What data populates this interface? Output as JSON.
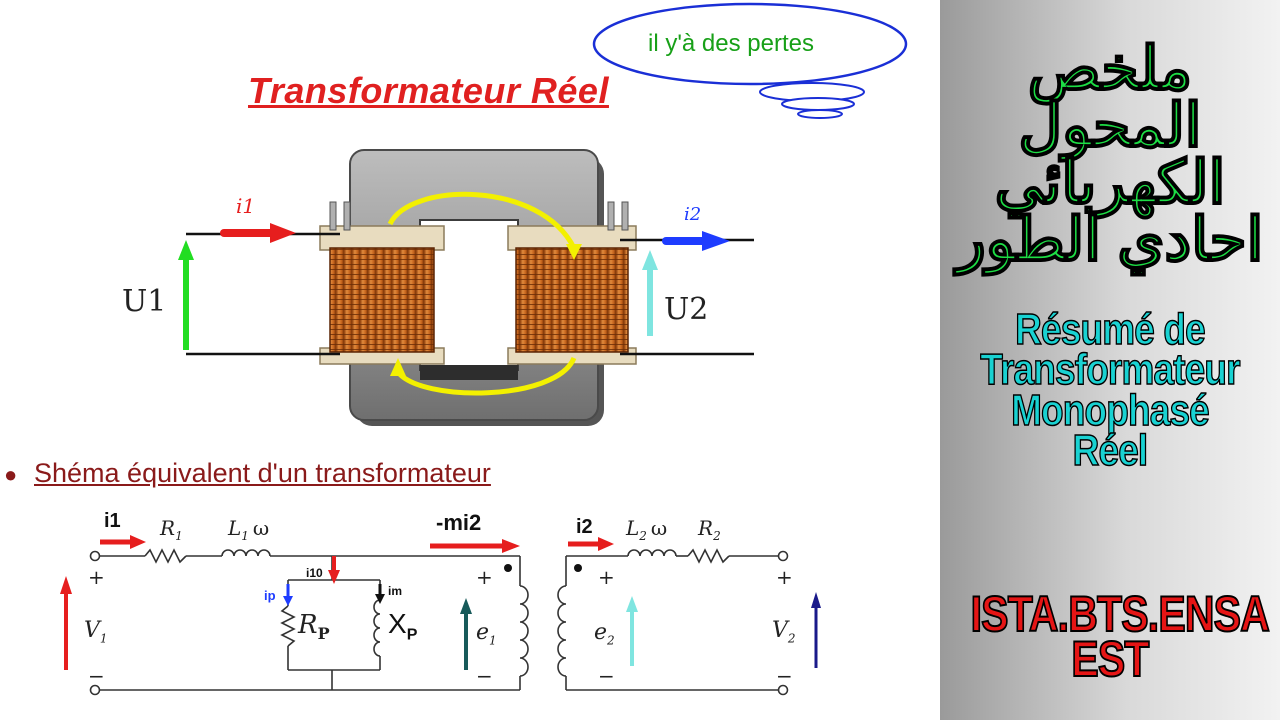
{
  "diagram": {
    "title": "Transformateur Réel",
    "speech_bubble": "il y'à des pertes",
    "top_labels": {
      "i1": "i1",
      "i2": "i2",
      "U1": "U1",
      "U2": "U2"
    },
    "bullet": "Shéma équivalent d'un transformateur",
    "circuit": {
      "i1": "i1",
      "R1": "R",
      "R1_sub": "1",
      "L1w": "L",
      "L1w_sub": "1",
      "L1w_omega": "ω",
      "mi2": "-mi2",
      "i10": "i10",
      "ip": "ip",
      "im": "im",
      "Rp": "R",
      "Rp_sub": "P",
      "Xp": "X",
      "Xp_sub": "P",
      "V1": "V",
      "V1_sub": "1",
      "e1": "e",
      "e1_sub": "1",
      "i2": "i2",
      "L2w": "L",
      "L2w_sub": "2",
      "L2w_omega": "ω",
      "R2": "R",
      "R2_sub": "2",
      "e2": "e",
      "e2_sub": "2",
      "V2": "V",
      "V2_sub": "2",
      "plus": "+",
      "minus": "−"
    },
    "colors": {
      "title": "#e02020",
      "bubble_text": "#18a018",
      "arrow_red": "#e61e1e",
      "arrow_blue": "#1e3cff",
      "arrow_green": "#22dd22",
      "arrow_cyan": "#7fe5e0",
      "flux": "#f3f000",
      "copper": "#c8661e"
    }
  },
  "side_panel": {
    "arabic_title": [
      "ملخص المحول",
      "الكهربائي",
      "احادي الطور"
    ],
    "french_title": [
      "Résumé de",
      "Transformateur",
      "Monophasé",
      "Réel"
    ],
    "schools": [
      "ISTA.BTS.ENSA",
      "EST"
    ],
    "colors": {
      "arabic": "#1dde45",
      "french": "#19d2d2",
      "schools": "#e51515"
    }
  }
}
